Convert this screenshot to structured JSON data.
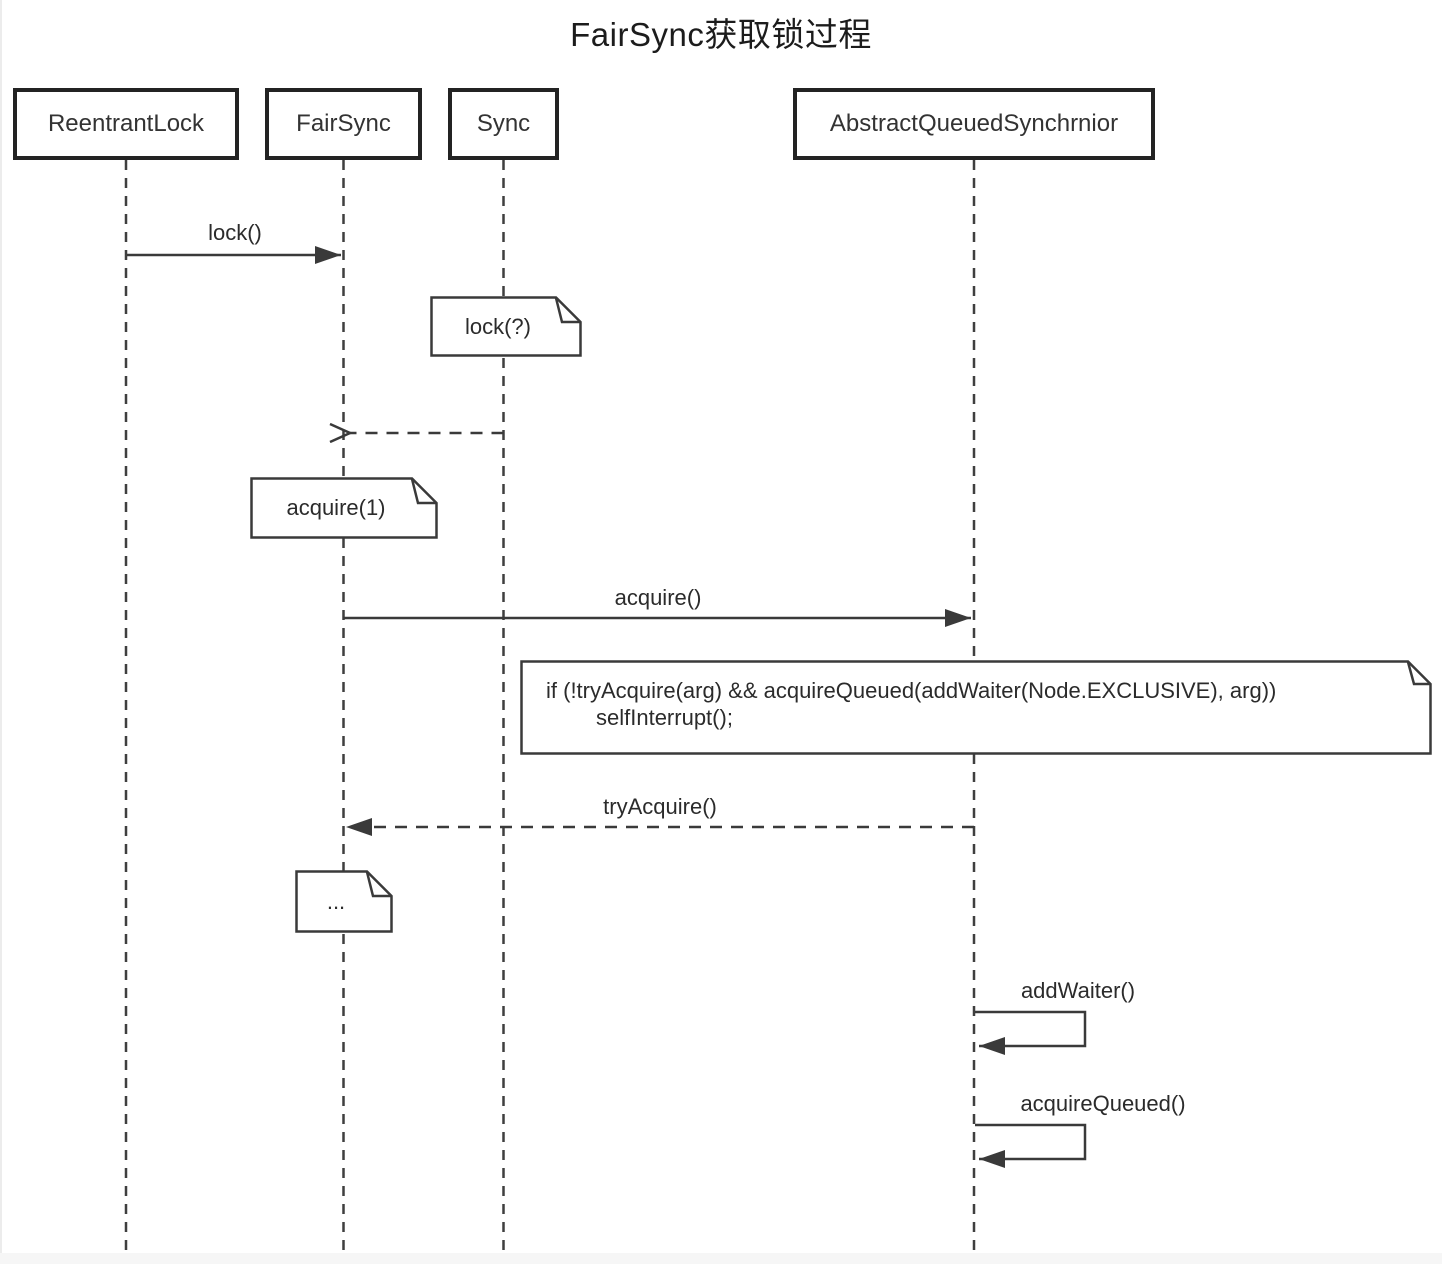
{
  "title": "FairSync获取锁过程",
  "actors": [
    {
      "id": "reentrantlock",
      "label": "ReentrantLock"
    },
    {
      "id": "fairsync",
      "label": "FairSync"
    },
    {
      "id": "sync",
      "label": "Sync"
    },
    {
      "id": "aqs",
      "label": "AbstractQueuedSynchrnior"
    }
  ],
  "messages": {
    "lock": {
      "label": "lock()",
      "from": "ReentrantLock",
      "to": "FairSync",
      "style": "solid-filled-arrow"
    },
    "sync_return": {
      "label": "",
      "from": "Sync",
      "to": "FairSync",
      "style": "dashed-open-arrow"
    },
    "acquire": {
      "label": "acquire()",
      "from": "FairSync",
      "to": "AbstractQueuedSynchrnior",
      "style": "solid-filled-arrow"
    },
    "try_acquire": {
      "label": "tryAcquire()",
      "from": "AbstractQueuedSynchrnior",
      "to": "FairSync",
      "style": "dashed-filled-arrow"
    },
    "add_waiter": {
      "label": "addWaiter()",
      "from": "AbstractQueuedSynchrnior",
      "to": "AbstractQueuedSynchrnior",
      "style": "self-call"
    },
    "acquire_queued": {
      "label": "acquireQueued()",
      "from": "AbstractQueuedSynchrnior",
      "to": "AbstractQueuedSynchrnior",
      "style": "self-call"
    }
  },
  "notes": {
    "lock_note": {
      "text": "lock(?)"
    },
    "acquire_note": {
      "text": "acquire(1)"
    },
    "code_note": {
      "line1": "if (!tryAcquire(arg) && acquireQueued(addWaiter(Node.EXCLUSIVE), arg))",
      "line2": "selfInterrupt();"
    },
    "ellipsis_note": {
      "text": "..."
    }
  },
  "colors": {
    "stroke": "#3a3a3a",
    "box_border": "#232323",
    "text": "#2b2b2b",
    "background": "#ffffff",
    "footer_strip": "#f6f6f6"
  }
}
